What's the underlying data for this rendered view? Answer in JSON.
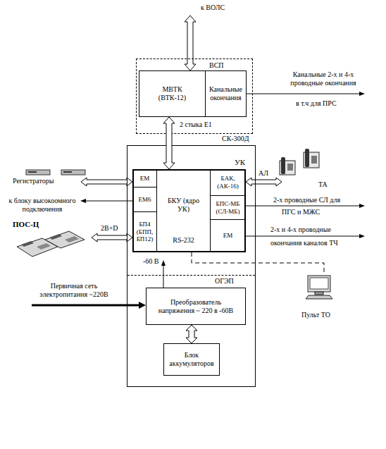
{
  "diagram": {
    "nodes": [
      {
        "text": [
          "ВСП"
        ]
      },
      {
        "text": [
          "МВТК (ВТК-12)"
        ],
        "in": 0
      },
      {
        "text": [
          "Канальные окончания"
        ],
        "in": 0
      },
      {
        "text": [
          "СК-300Д"
        ]
      },
      {
        "text": [
          "УК"
        ],
        "in": 3
      },
      {
        "text": [
          "ЕМ"
        ],
        "in": 4
      },
      {
        "text": [
          "ЕМ6"
        ],
        "in": 4
      },
      {
        "text": [
          "БП4 (БПП, БП12)"
        ],
        "in": 4
      },
      {
        "text": [
          "БКУ (ядро УК)",
          "RS-232"
        ],
        "in": 4
      },
      {
        "text": [
          "БАК, (АК-16)"
        ],
        "in": 4
      },
      {
        "text": [
          "БПС-МБ (СЛ-МБ)"
        ],
        "in": 4
      },
      {
        "text": [
          "ЕМ"
        ],
        "in": 4
      },
      {
        "text": [
          "ОГЭП"
        ],
        "in": 3
      },
      {
        "text": [
          "Преобразователь напряжения ~ 220 в -60В"
        ],
        "in": 12
      },
      {
        "text": [
          "Блок аккумуляторов"
        ],
        "in": 12
      }
    ],
    "edges": [
      {
        "from": 1,
        "to": 4,
        "arrow": "both",
        "label": "2 стыка Е1"
      },
      {
        "from": 13,
        "to": 14,
        "arrow": "both"
      }
    ],
    "labels": [
      "к ВОЛС",
      "Канальные 2-х и 4-х проводные окончания",
      "в т.ч для ПРС",
      "Регистраторы",
      "к блоку высокоомного подключения",
      "ПОС-Ц",
      "2B+D",
      "АЛ",
      "ТА",
      "2-х проводные СЛ для",
      "ПГС и МЖС",
      "2-х и 4-х проводные",
      "окончания каналов ТЧ",
      "-60 В",
      "Первичная сеть электропитания ~220В",
      "Пульт ТО"
    ]
  }
}
